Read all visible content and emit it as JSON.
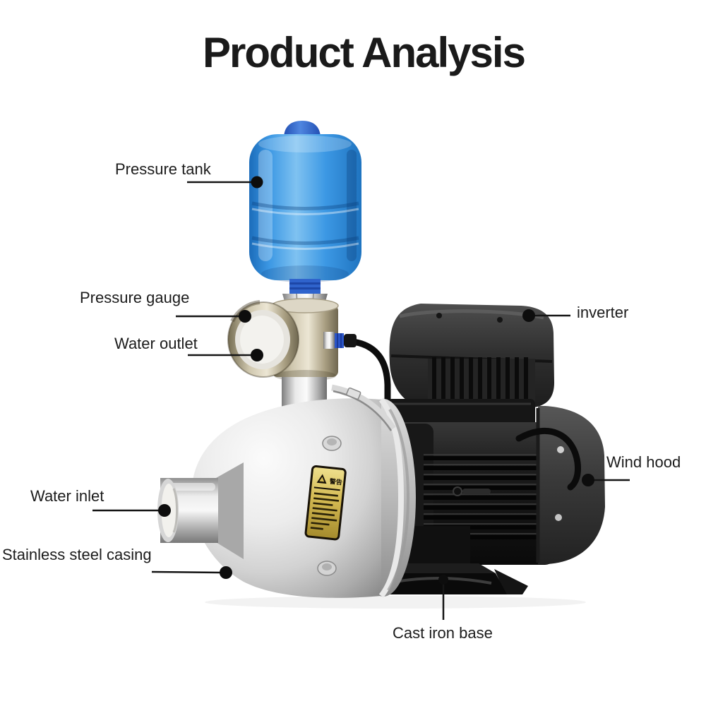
{
  "title": "Product Analysis",
  "labels": {
    "pressure_tank": "Pressure tank",
    "pressure_gauge": "Pressure gauge",
    "water_outlet": "Water outlet",
    "inverter": "inverter",
    "wind_hood": "Wind hood",
    "water_inlet": "Water inlet",
    "stainless_steel_casing": "Stainless steel casing",
    "cast_iron_base": "Cast iron base"
  },
  "warning_label": {
    "title": "警告"
  },
  "colors": {
    "background": "#ffffff",
    "title_text": "#1a1a1a",
    "label_text": "#1c1c1c",
    "leader_line": "#151515",
    "tank_blue": "#3c98e4",
    "tank_cap_blue": "#2e5fd0",
    "casing_silver": "#d9d9d9",
    "manifold_champagne": "#b7ae94",
    "motor_black": "#141414",
    "inverter_gray": "#2e2e2e",
    "wind_hood_gray": "#3a3a3a",
    "base_black": "#0d0d0d",
    "warning_gold": "#c9a83e",
    "sensor_blue": "#2b55c8"
  }
}
